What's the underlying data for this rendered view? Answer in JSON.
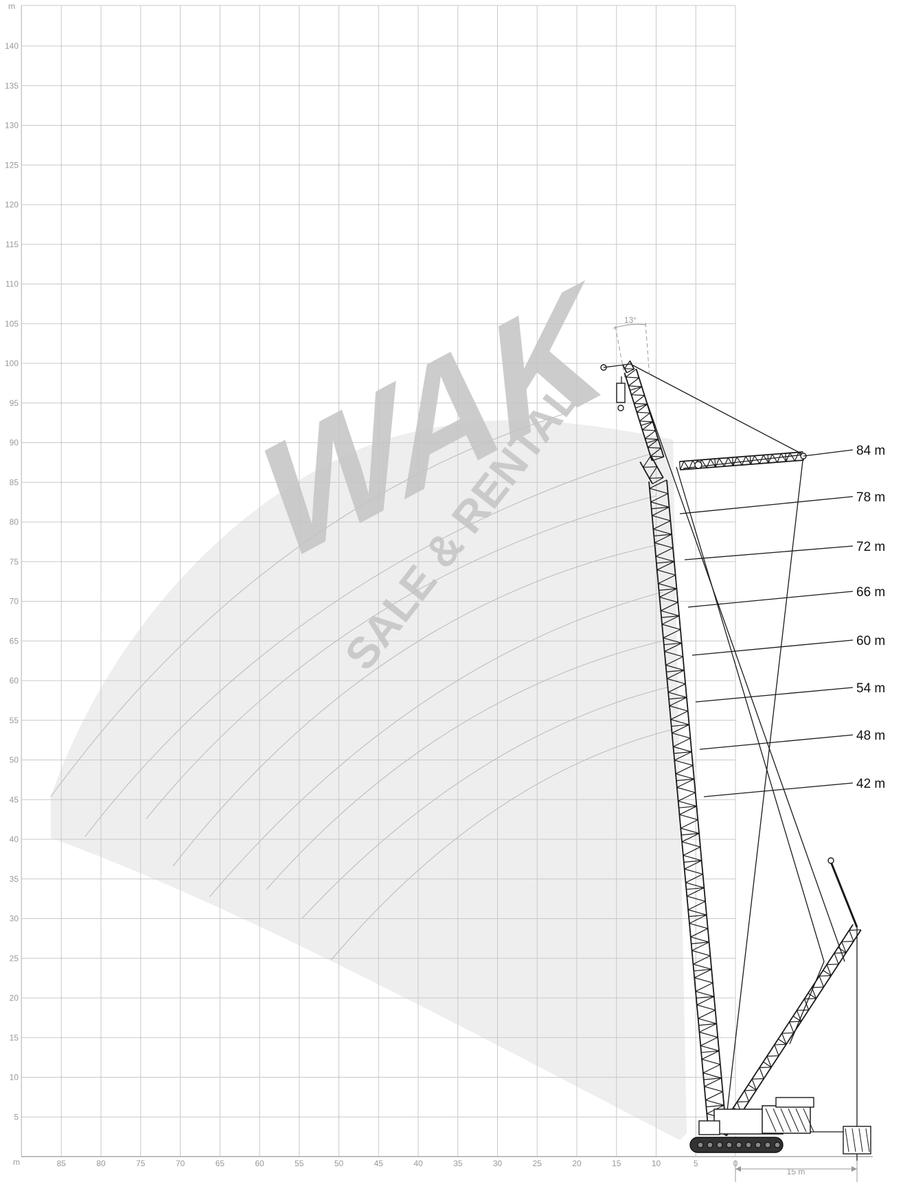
{
  "units": {
    "y_unit": "m",
    "x_unit": "m"
  },
  "y_ticks": [
    5,
    10,
    15,
    20,
    25,
    30,
    35,
    40,
    45,
    50,
    55,
    60,
    65,
    70,
    75,
    80,
    85,
    90,
    95,
    100,
    105,
    110,
    115,
    120,
    125,
    130,
    135,
    140
  ],
  "x_ticks": [
    85,
    80,
    75,
    70,
    65,
    60,
    55,
    50,
    45,
    40,
    35,
    30,
    25,
    20,
    15,
    10,
    5,
    0
  ],
  "boom_lengths": [
    "84 m",
    "78 m",
    "72 m",
    "66 m",
    "60 m",
    "54 m",
    "48 m",
    "42 m"
  ],
  "jib_angle": "13°",
  "dimension": "15 m",
  "watermark": {
    "logo": "WAK",
    "text": "SALE & RENTAL"
  },
  "colors": {
    "grid": "#c8c8c8",
    "axis_text": "#999999",
    "structure": "#1a1a1a",
    "envelope": "#eeeeee",
    "watermark": "#c4c4c4"
  }
}
